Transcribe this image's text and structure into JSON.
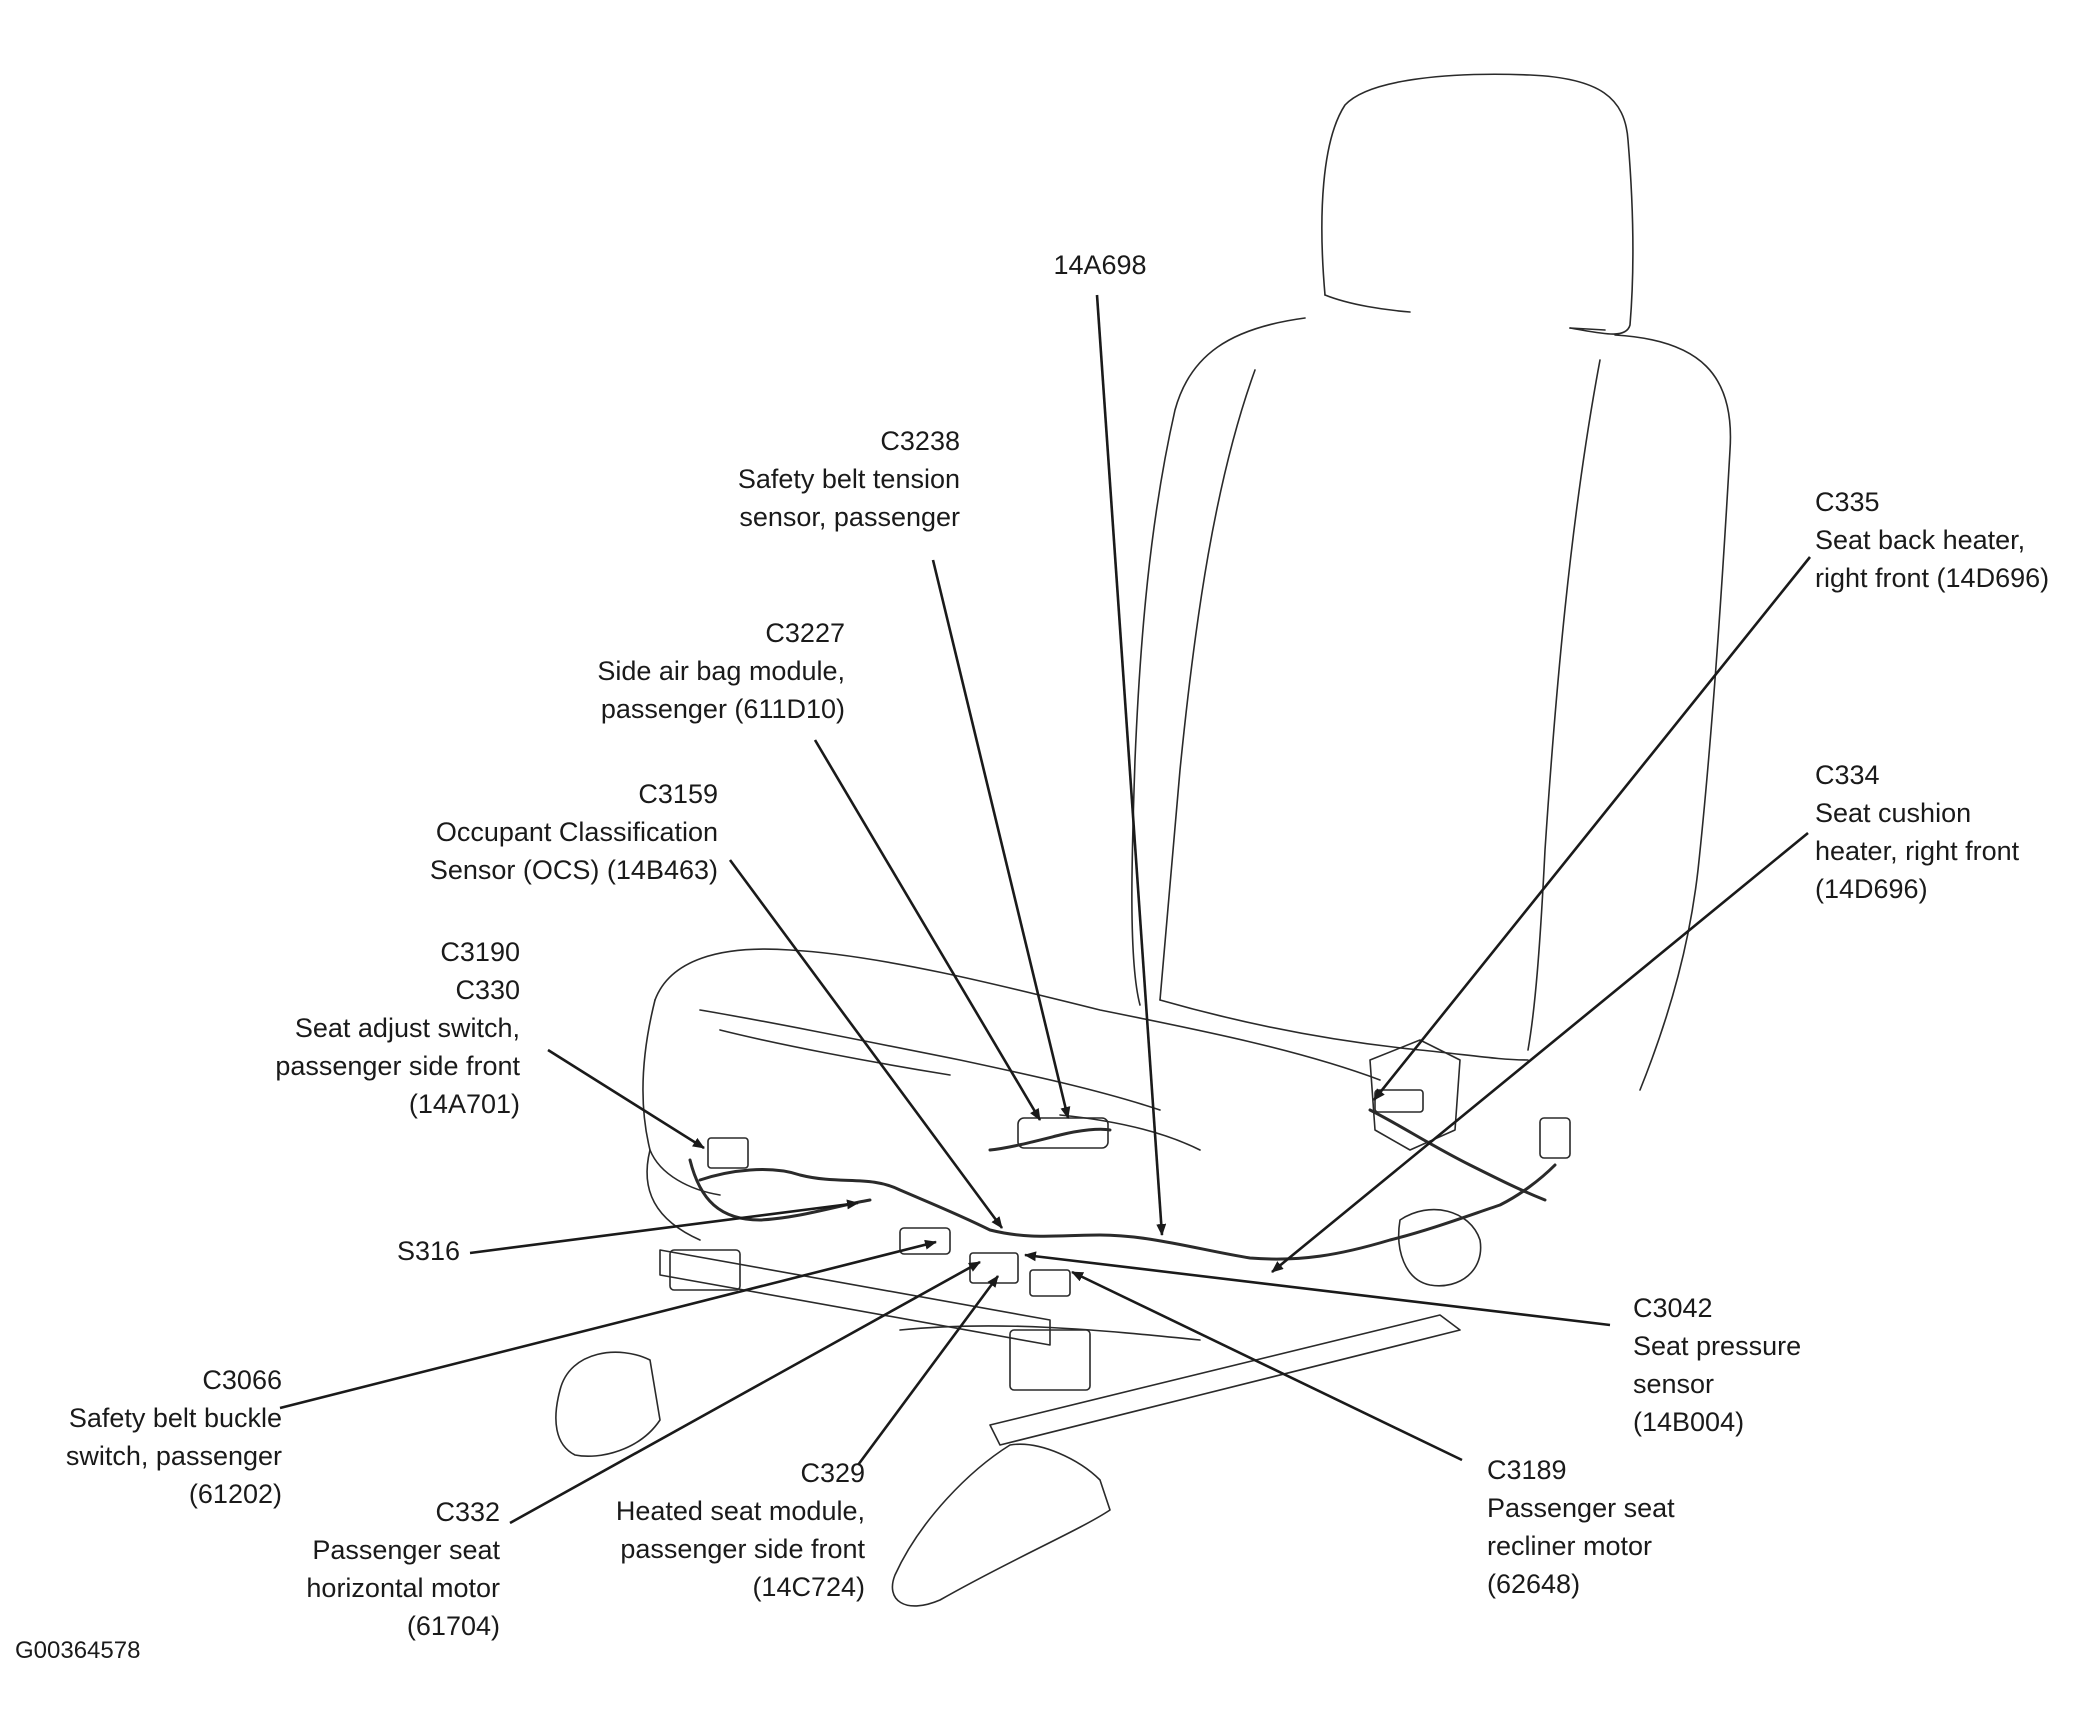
{
  "figure_id": "G00364578",
  "callouts": {
    "c14a698": {
      "lines": [
        "14A698"
      ]
    },
    "c3238": {
      "lines": [
        "C3238",
        "Safety belt tension",
        "sensor, passenger"
      ]
    },
    "c3227": {
      "lines": [
        "C3227",
        "Side air bag module,",
        "passenger (611D10)"
      ]
    },
    "c3159": {
      "lines": [
        "C3159",
        "Occupant Classification",
        "Sensor (OCS) (14B463)"
      ]
    },
    "c3190": {
      "lines": [
        "C3190",
        "C330",
        "Seat adjust switch,",
        "passenger side front",
        "(14A701)"
      ]
    },
    "s316": {
      "lines": [
        "S316"
      ]
    },
    "c3066": {
      "lines": [
        "C3066",
        "Safety belt buckle",
        "switch, passenger",
        "(61202)"
      ]
    },
    "c332": {
      "lines": [
        "C332",
        "Passenger seat",
        "horizontal motor",
        "(61704)"
      ]
    },
    "c329": {
      "lines": [
        "C329",
        "Heated seat module,",
        "passenger side front",
        "(14C724)"
      ]
    },
    "c3189": {
      "lines": [
        "C3189",
        "Passenger seat",
        "recliner motor",
        "(62648)"
      ]
    },
    "c3042": {
      "lines": [
        "C3042",
        "Seat pressure",
        "sensor",
        "(14B004)"
      ]
    },
    "c335": {
      "lines": [
        "C335",
        "Seat back heater,",
        "right front (14D696)"
      ]
    },
    "c334": {
      "lines": [
        "C334",
        "Seat cushion",
        "heater, right front",
        "(14D696)"
      ]
    }
  }
}
